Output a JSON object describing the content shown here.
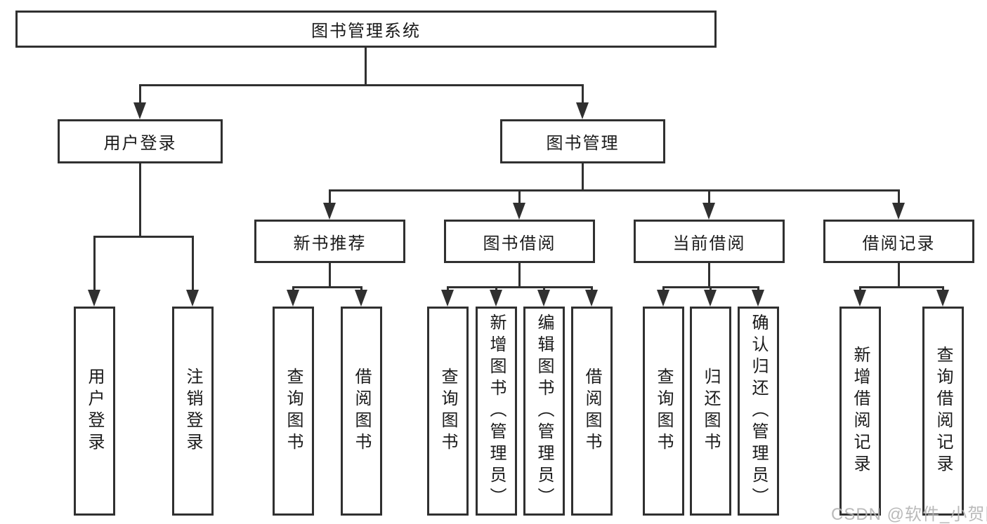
{
  "tree": {
    "root": {
      "label": "图书管理系统",
      "children": [
        {
          "label": "用户登录",
          "children": [
            {
              "label": "用户登录"
            },
            {
              "label": "注销登录"
            }
          ]
        },
        {
          "label": "图书管理",
          "children": [
            {
              "label": "新书推荐",
              "children": [
                {
                  "label": "查询图书"
                },
                {
                  "label": "借阅图书"
                }
              ]
            },
            {
              "label": "图书借阅",
              "children": [
                {
                  "label": "查询图书"
                },
                {
                  "label": "新增图书（管理员）"
                },
                {
                  "label": "编辑图书（管理员）"
                },
                {
                  "label": "借阅图书"
                }
              ]
            },
            {
              "label": "当前借阅",
              "children": [
                {
                  "label": "查询图书"
                },
                {
                  "label": "归还图书"
                },
                {
                  "label": "确认归还（管理员）"
                }
              ]
            },
            {
              "label": "借阅记录",
              "children": [
                {
                  "label": "新增借阅记录"
                },
                {
                  "label": "查询借阅记录"
                }
              ]
            }
          ]
        }
      ]
    }
  },
  "watermark": {
    "text": "CSDN @软件_小贺同学"
  },
  "colors": {
    "line": "#303030",
    "text": "#1a1a1a",
    "watermark": "#b3b3b3",
    "background": "#ffffff"
  }
}
